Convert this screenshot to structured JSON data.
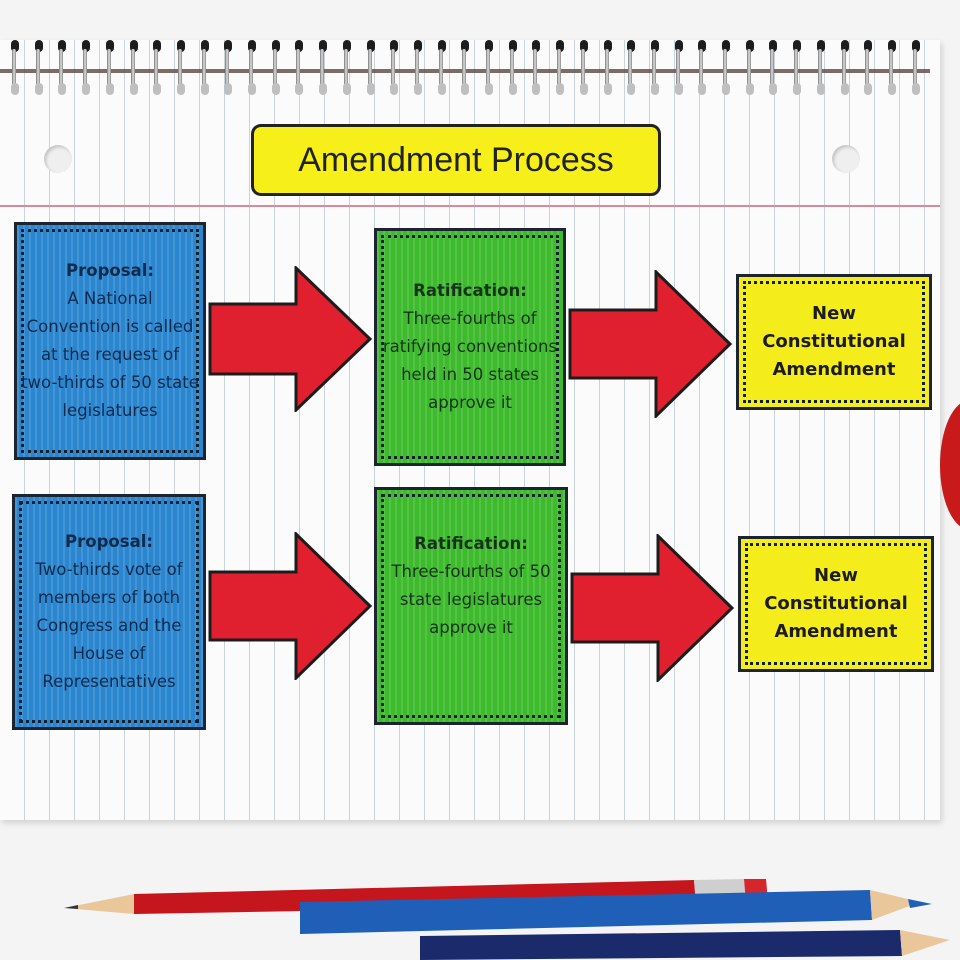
{
  "title": "Amendment Process",
  "colors": {
    "proposal": "#2a86cf",
    "ratification": "#3dbb2d",
    "result": "#f5ec1c",
    "arrow": "#e0202e",
    "title_bg": "#f6ef1a"
  },
  "rows": [
    {
      "proposal": {
        "heading": "Proposal:",
        "text": "A National Convention is called at the request of two-thirds of 50 state legislatures"
      },
      "ratification": {
        "heading": "Ratification:",
        "text": "Three-fourths of ratifying conventions held in 50 states approve it"
      },
      "result": {
        "text": "New Constitutional Amendment"
      }
    },
    {
      "proposal": {
        "heading": "Proposal:",
        "text": "Two-thirds vote of members of both Congress and the House of Representatives"
      },
      "ratification": {
        "heading": "Ratification:",
        "text": "Three-fourths of 50 state legislatures approve it"
      },
      "result": {
        "text": "New Constitutional Amendment"
      }
    }
  ]
}
